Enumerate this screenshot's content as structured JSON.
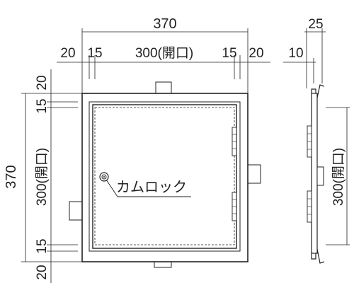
{
  "front": {
    "top": {
      "overall": "370",
      "left_outer": "20",
      "left_inner": "15",
      "opening": "300(開口)",
      "right_inner": "15",
      "right_outer": "20"
    },
    "left": {
      "overall": "370",
      "top_outer": "20",
      "top_inner": "15",
      "opening": "300(開口)",
      "bottom_inner": "15",
      "bottom_outer": "20"
    },
    "callout": "カムロック"
  },
  "side": {
    "depth_total": "25",
    "depth_flange": "10",
    "opening": "300(開口)"
  }
}
